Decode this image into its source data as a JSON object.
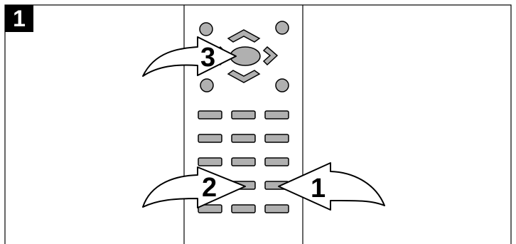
{
  "step_number": "1",
  "callouts": [
    {
      "id": "arrow-3",
      "label": "3"
    },
    {
      "id": "arrow-2",
      "label": "2"
    },
    {
      "id": "arrow-1",
      "label": "1"
    }
  ],
  "colors": {
    "button_fill": "#b0b0b0",
    "outline": "#000000",
    "arrow_fill": "#ffffff",
    "badge_bg": "#000000",
    "badge_text": "#ffffff"
  }
}
